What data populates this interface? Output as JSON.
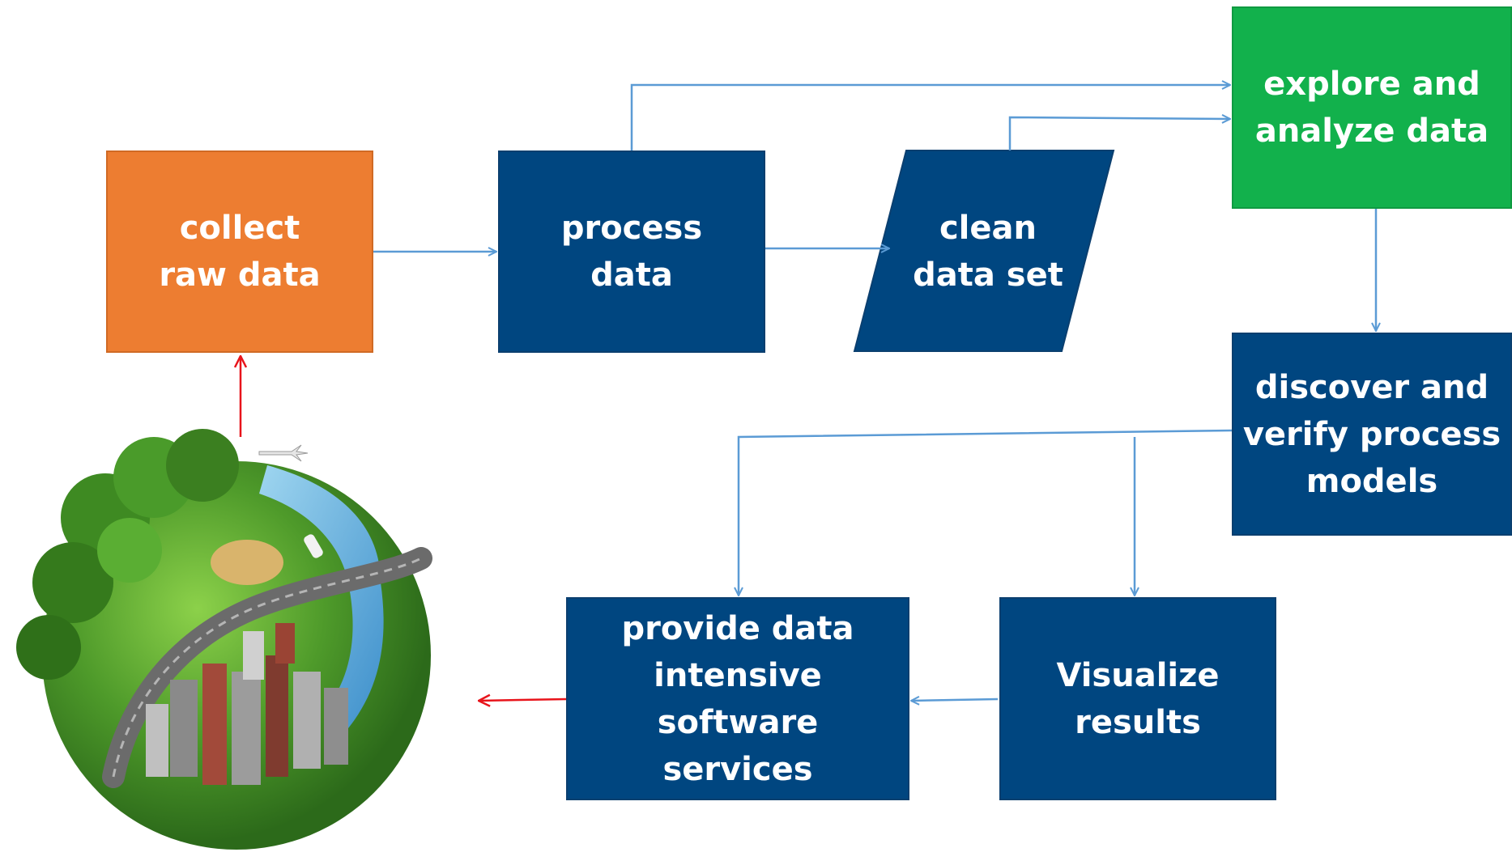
{
  "nodes": {
    "collect": "collect\nraw data",
    "process": "process\ndata",
    "clean": "clean\ndata set",
    "explore": "explore and\nanalyze data",
    "discover": "discover and\nverify process\nmodels",
    "provide": "provide data\nintensive software\nservices",
    "visualize": "Visualize\nresults"
  },
  "colors": {
    "collect": "#ED7D31",
    "process": "#004680",
    "explore": "#12B14C",
    "flow_arrow": "#5B9BD5",
    "feedback_arrow": "#E8141B"
  },
  "icons": {
    "globe": "city-nature-globe-icon"
  }
}
